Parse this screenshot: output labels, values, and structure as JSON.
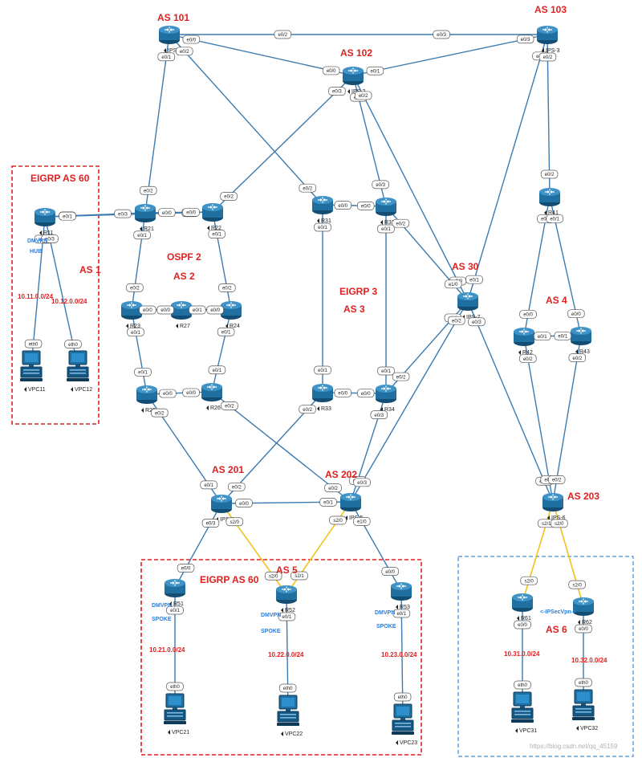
{
  "colors": {
    "link": "#3d7bb0",
    "serial": "#f0c419",
    "router": "#1f6fa0",
    "red": "#e02020",
    "blue": "#2a7de1",
    "blueBox": "#5aa0e0"
  },
  "areas": {
    "as101": "AS 101",
    "as102": "AS 102",
    "as103": "AS 103",
    "as30": "AS 30",
    "as201": "AS 201",
    "as202": "AS 202",
    "as203": "AS 203",
    "eigrp60_top": "EIGRP AS 60",
    "as1": "AS 1",
    "ospf2": "OSPF 2",
    "as2": "AS 2",
    "eigrp3": "EIGRP  3",
    "as3": "AS 3",
    "as4": "AS 4",
    "eigrp60_bot": "EIGRP AS 60",
    "as5": "AS 5",
    "as6": "AS 6"
  },
  "tags": {
    "r11_a": "DMVPN",
    "r11_b": "HUB",
    "r51_a": "DMVPN",
    "r51_b": "SPOKE",
    "r52_a": "DMVPN",
    "r52_b": "SPOKE",
    "r53_a": "DMVPN",
    "r53_b": "SPOKE",
    "ipsec": "<-IPSecVpn->"
  },
  "networks": {
    "n1": "10.11.0.0/24",
    "n2": "10.12.0.0/24",
    "n3": "10.21.0.0/24",
    "n4": "10.22.0.0/24",
    "n5": "10.23.0.0/24",
    "n6": "10.31.0.0/24",
    "n7": "10.32.0.0/24"
  },
  "watermark": "https://blog.csdn.net/qq_45159",
  "routers": [
    {
      "id": "ips1",
      "label": "IPS-1"
    },
    {
      "id": "ips2",
      "label": "IPS-2"
    },
    {
      "id": "ips3",
      "label": "IPS-3"
    },
    {
      "id": "r11",
      "label": "R11"
    },
    {
      "id": "r21",
      "label": "R21"
    },
    {
      "id": "r22",
      "label": "R22"
    },
    {
      "id": "r31",
      "label": "R31"
    },
    {
      "id": "r32",
      "label": "R32"
    },
    {
      "id": "r41",
      "label": "R41"
    },
    {
      "id": "r23",
      "label": "R23"
    },
    {
      "id": "r27",
      "label": "R27"
    },
    {
      "id": "r24",
      "label": "R24"
    },
    {
      "id": "ips7",
      "label": "IPS-7"
    },
    {
      "id": "r42",
      "label": "R42"
    },
    {
      "id": "r43",
      "label": "R43"
    },
    {
      "id": "r25",
      "label": "R25"
    },
    {
      "id": "r26",
      "label": "R26"
    },
    {
      "id": "r33",
      "label": "R33"
    },
    {
      "id": "r34",
      "label": "R34"
    },
    {
      "id": "ips4",
      "label": "IPS-4"
    },
    {
      "id": "ips5",
      "label": "IPS-5"
    },
    {
      "id": "ips6",
      "label": "IPS-6"
    },
    {
      "id": "r51",
      "label": "R51"
    },
    {
      "id": "r52",
      "label": "R52"
    },
    {
      "id": "r53",
      "label": "R53"
    },
    {
      "id": "r61",
      "label": "R61"
    },
    {
      "id": "r62",
      "label": "R62"
    }
  ],
  "pcs": [
    {
      "id": "vpc11",
      "label": "VPC11"
    },
    {
      "id": "vpc12",
      "label": "VPC12"
    },
    {
      "id": "vpc21",
      "label": "VPC21"
    },
    {
      "id": "vpc22",
      "label": "VPC22"
    },
    {
      "id": "vpc23",
      "label": "VPC23"
    },
    {
      "id": "vpc31",
      "label": "VPC31"
    },
    {
      "id": "vpc32",
      "label": "VPC32"
    }
  ],
  "links": [
    {
      "a": "ips1",
      "b": "ips3",
      "ia": "",
      "ib": "",
      "mid": "e0/2",
      "mid2": "e0/3"
    },
    {
      "a": "ips1",
      "b": "ips2",
      "ia": "e0/0",
      "ib": "e0/0",
      "mid": "",
      "mid2": ""
    },
    {
      "a": "ips2",
      "b": "ips3",
      "ia": "e0/1",
      "ib": "e0/3",
      "mid": "",
      "mid2": ""
    },
    {
      "a": "ips1",
      "b": "r21",
      "ia": "e0/1",
      "ib": "e0/2",
      "mid": "",
      "mid2": ""
    },
    {
      "a": "ips1",
      "b": "r31",
      "ia": "e0/2",
      "ib": "e0/2",
      "mid": "",
      "mid2": ""
    },
    {
      "a": "ips2",
      "b": "r22",
      "ia": "e0/3",
      "ib": "e0/2",
      "mid": "",
      "mid2": ""
    },
    {
      "a": "ips2",
      "b": "r32",
      "ia": "e1/0",
      "ib": "e0/3",
      "mid": "",
      "mid2": ""
    },
    {
      "a": "ips2",
      "b": "ips7",
      "ia": "e0/2",
      "ib": "e0/0",
      "mid": "",
      "mid2": ""
    },
    {
      "a": "ips3",
      "b": "ips7",
      "ia": "e0/1",
      "ib": "e0/1",
      "mid": "",
      "mid2": ""
    },
    {
      "a": "ips3",
      "b": "r41",
      "ia": "e0/2",
      "ib": "e0/2",
      "mid": "",
      "mid2": ""
    },
    {
      "a": "r11",
      "b": "r21",
      "ia": "e0/0",
      "ib": "e0/3",
      "mid": "",
      "mid2": ""
    },
    {
      "a": "r11",
      "b": "r22",
      "ia": "e0/1",
      "ib": "e0/3",
      "mid": "",
      "mid2": ""
    },
    {
      "a": "r21",
      "b": "r22",
      "ia": "e0/0",
      "ib": "e0/0",
      "mid": "",
      "mid2": ""
    },
    {
      "a": "r31",
      "b": "r32",
      "ia": "e0/0",
      "ib": "e0/0",
      "mid": "",
      "mid2": ""
    },
    {
      "a": "r32",
      "b": "ips7",
      "ia": "e0/2",
      "ib": "e1/0",
      "mid": "",
      "mid2": ""
    },
    {
      "a": "r21",
      "b": "r23",
      "ia": "e0/1",
      "ib": "e0/2",
      "mid": "",
      "mid2": ""
    },
    {
      "a": "r22",
      "b": "r24",
      "ia": "e0/1",
      "ib": "e0/2",
      "mid": "",
      "mid2": ""
    },
    {
      "a": "r23",
      "b": "r27",
      "ia": "e0/0",
      "ib": "e0/0",
      "mid": "",
      "mid2": ""
    },
    {
      "a": "r27",
      "b": "r24",
      "ia": "e0/1",
      "ib": "e0/0",
      "mid": "",
      "mid2": ""
    },
    {
      "a": "r31",
      "b": "r33",
      "ia": "e0/1",
      "ib": "e0/1",
      "mid": "",
      "mid2": ""
    },
    {
      "a": "r32",
      "b": "r34",
      "ia": "e0/1",
      "ib": "e0/1",
      "mid": "",
      "mid2": ""
    },
    {
      "a": "r41",
      "b": "r42",
      "ia": "e0/0",
      "ib": "e0/0",
      "mid": "",
      "mid2": ""
    },
    {
      "a": "r41",
      "b": "r43",
      "ia": "e0/1",
      "ib": "e0/0",
      "mid": "",
      "mid2": ""
    },
    {
      "a": "r42",
      "b": "r43",
      "ia": "e0/1",
      "ib": "e0/1",
      "mid": "",
      "mid2": ""
    },
    {
      "a": "r23",
      "b": "r25",
      "ia": "e0/1",
      "ib": "e0/1",
      "mid": "",
      "mid2": ""
    },
    {
      "a": "r24",
      "b": "r26",
      "ia": "e0/1",
      "ib": "e0/1",
      "mid": "",
      "mid2": ""
    },
    {
      "a": "r25",
      "b": "r26",
      "ia": "e0/0",
      "ib": "e0/0",
      "mid": "",
      "mid2": ""
    },
    {
      "a": "r33",
      "b": "r34",
      "ia": "e0/0",
      "ib": "e0/0",
      "mid": "",
      "mid2": ""
    },
    {
      "a": "r34",
      "b": "ips7",
      "ia": "e0/2",
      "ib": "e1/1",
      "mid": "",
      "mid2": ""
    },
    {
      "a": "ips7",
      "b": "ips6",
      "ia": "e0/3",
      "ib": "e0/0",
      "mid": "",
      "mid2": ""
    },
    {
      "a": "r42",
      "b": "ips6",
      "ia": "e0/2",
      "ib": "e0/1",
      "mid": "",
      "mid2": ""
    },
    {
      "a": "r43",
      "b": "ips6",
      "ia": "e0/2",
      "ib": "e0/2",
      "mid": "",
      "mid2": ""
    },
    {
      "a": "r25",
      "b": "ips4",
      "ia": "e0/2",
      "ib": "e0/1",
      "mid": "",
      "mid2": ""
    },
    {
      "a": "r26",
      "b": "ips5",
      "ia": "e0/2",
      "ib": "e0/2",
      "mid": "",
      "mid2": ""
    },
    {
      "a": "r33",
      "b": "ips4",
      "ia": "e0/2",
      "ib": "e0/2",
      "mid": "",
      "mid2": ""
    },
    {
      "a": "r34",
      "b": "ips5",
      "ia": "e0/3",
      "ib": "e0/3",
      "mid": "",
      "mid2": ""
    },
    {
      "a": "ips7",
      "b": "ips5",
      "ia": "e0/2",
      "ib": "e0/3",
      "mid": "",
      "mid2": ""
    },
    {
      "a": "ips4",
      "b": "ips5",
      "ia": "e0/0",
      "ib": "e0/1",
      "mid": "",
      "mid2": ""
    },
    {
      "a": "ips4",
      "b": "r51",
      "ia": "e0/3",
      "ib": "e0/0",
      "mid": "",
      "mid2": ""
    },
    {
      "a": "ips5",
      "b": "r53",
      "ia": "e1/0",
      "ib": "e0/0",
      "mid": "",
      "mid2": ""
    },
    {
      "a": "r51",
      "b": "vpc21",
      "ia": "e0/1",
      "ib": "eth0",
      "mid": "",
      "mid2": ""
    },
    {
      "a": "r52",
      "b": "vpc22",
      "ia": "e0/1",
      "ib": "eth0",
      "mid": "",
      "mid2": ""
    },
    {
      "a": "r53",
      "b": "vpc23",
      "ia": "e0/1",
      "ib": "eth0",
      "mid": "",
      "mid2": ""
    },
    {
      "a": "r11",
      "b": "vpc11",
      "ia": "e0/2",
      "ib": "eth0",
      "mid": "",
      "mid2": ""
    },
    {
      "a": "r11",
      "b": "vpc12",
      "ia": "e0/3",
      "ib": "eth0",
      "mid": "",
      "mid2": ""
    },
    {
      "a": "r61",
      "b": "vpc31",
      "ia": "e0/0",
      "ib": "eth0",
      "mid": "",
      "mid2": ""
    },
    {
      "a": "r62",
      "b": "vpc32",
      "ia": "e0/0",
      "ib": "eth0",
      "mid": "",
      "mid2": ""
    }
  ],
  "serial_links": [
    {
      "a": "ips4",
      "b": "r52",
      "ia": "s2/0",
      "ib": "s2/0"
    },
    {
      "a": "ips5",
      "b": "r52",
      "ia": "s2/0",
      "ib": "s2/1"
    },
    {
      "a": "ips6",
      "b": "r61",
      "ia": "s2/1",
      "ib": "s2/0"
    },
    {
      "a": "ips6",
      "b": "r62",
      "ia": "s2/0",
      "ib": "s2/0"
    }
  ]
}
